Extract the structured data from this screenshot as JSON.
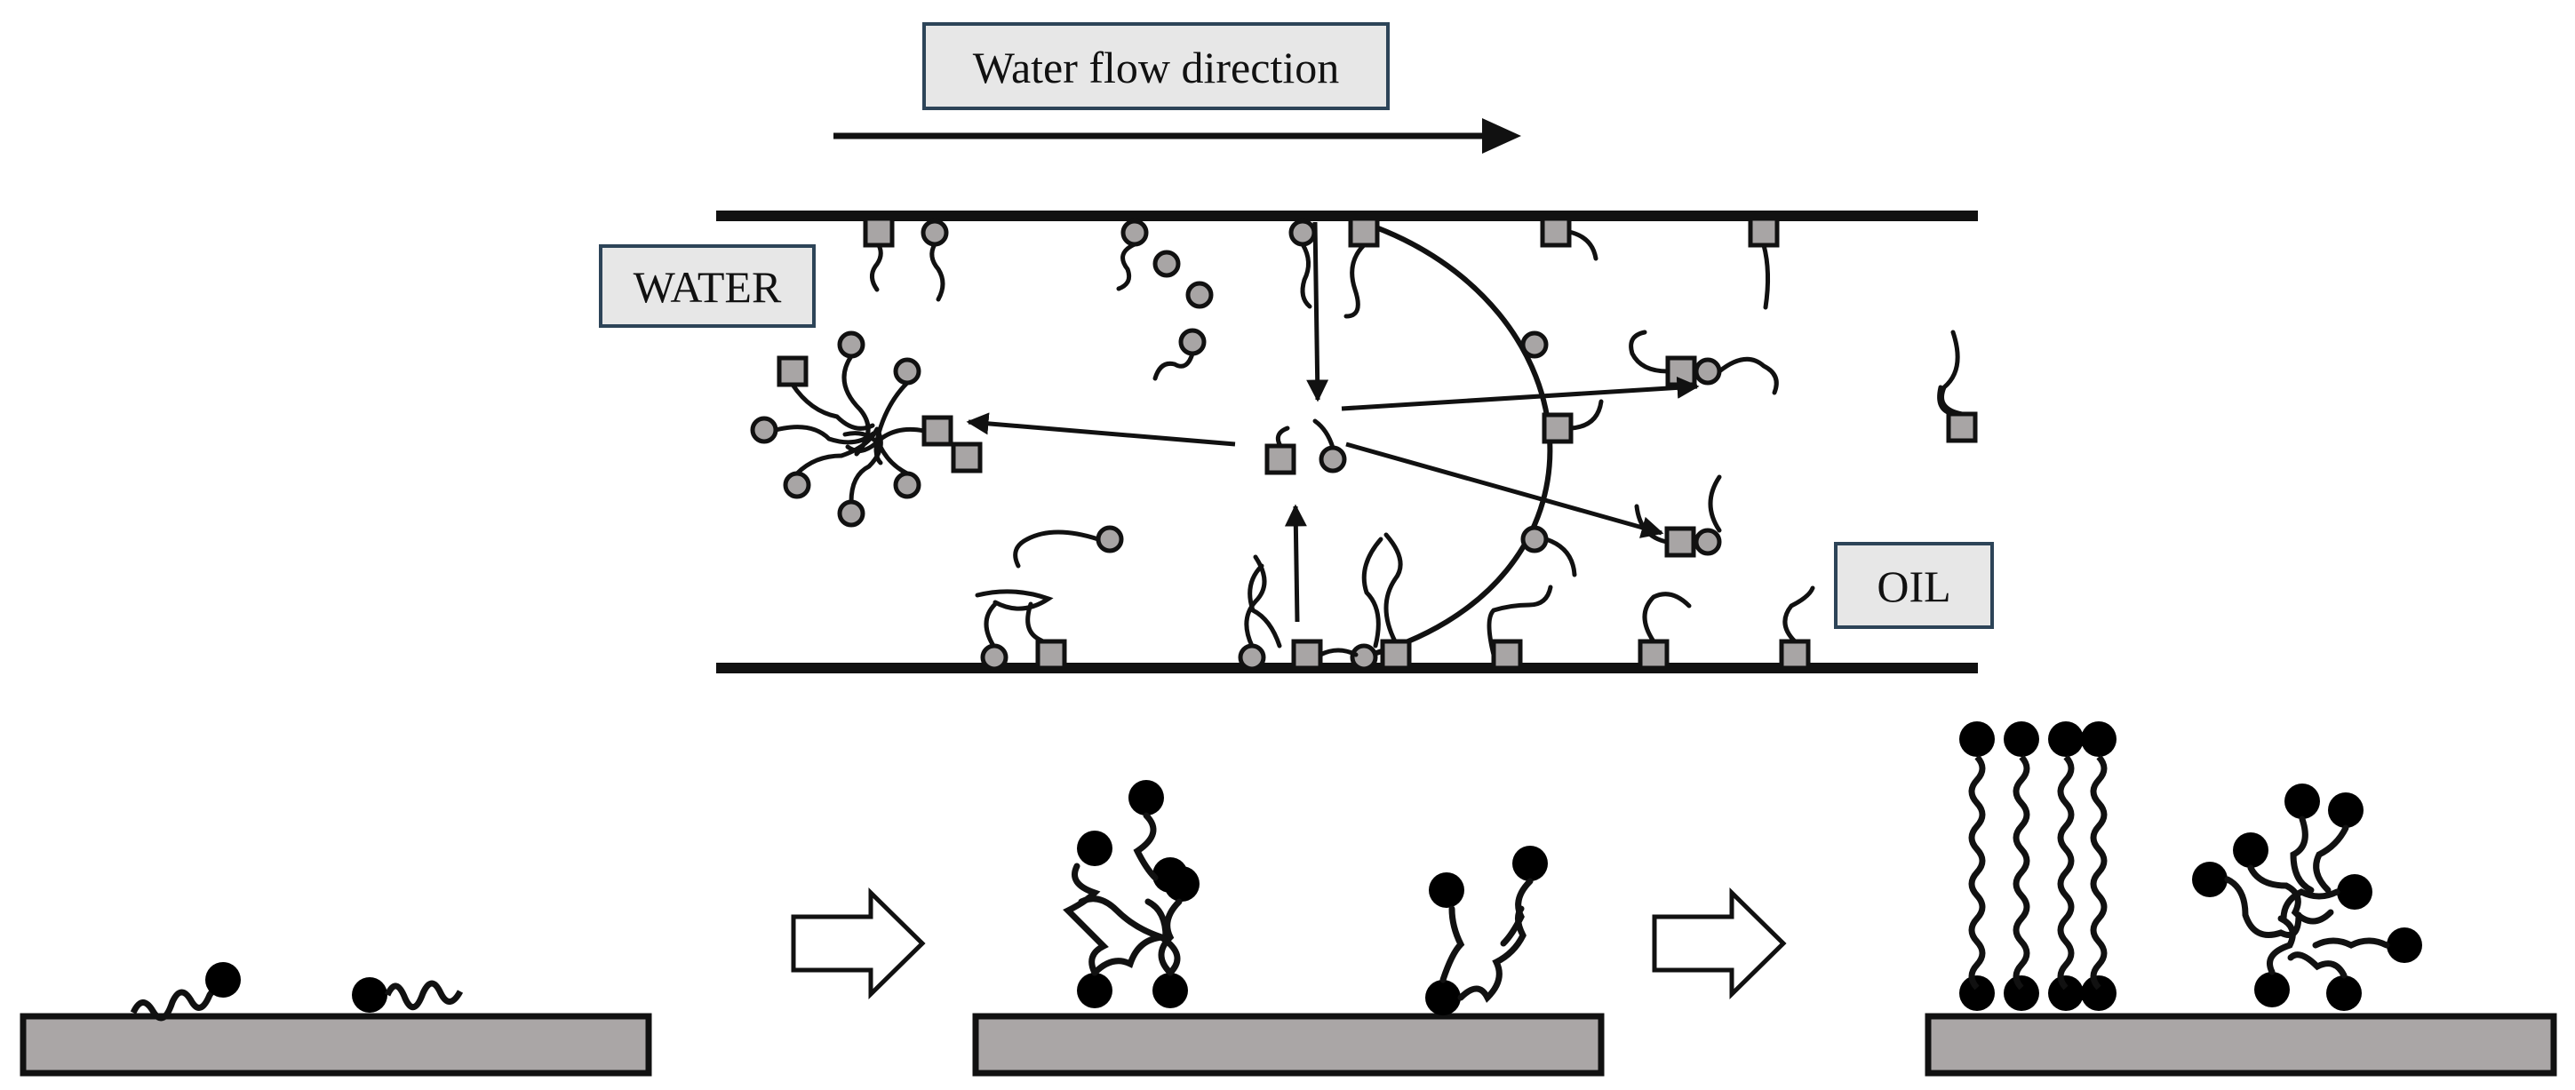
{
  "labels": {
    "flow": "Water flow direction",
    "water": "WATER",
    "oil": "OIL"
  },
  "colors": {
    "line": "#111111",
    "molecule_fill": "#a8a5a5",
    "substrate_fill": "#aaa6a6",
    "label_box_fill": "#e7e7e7",
    "label_box_border": "#2d4458",
    "dark_head": "#000000"
  }
}
